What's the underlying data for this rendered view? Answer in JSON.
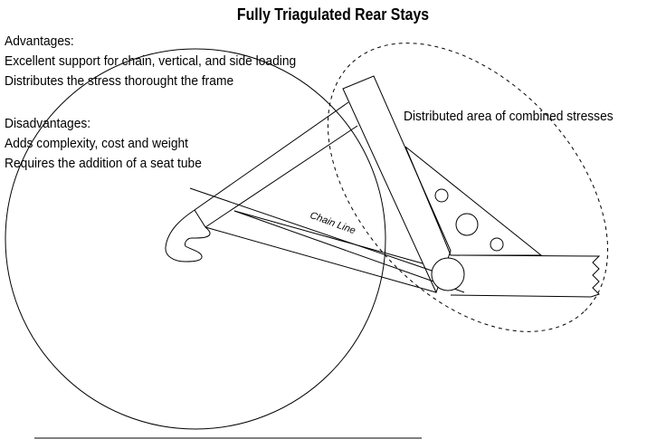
{
  "title": "Fully Triagulated Rear Stays",
  "advantages": {
    "heading": "Advantages:",
    "items": [
      "Excellent support for chain, vertical, and side loading",
      "Distributes the stress thorought the frame"
    ]
  },
  "disadvantages": {
    "heading": "Disadvantages:",
    "items": [
      "Adds complexity, cost and weight",
      "Requires the addition of a seat tube"
    ]
  },
  "labels": {
    "stress_area": "Distributed area of combined stresses",
    "chain_line": "Chain Line"
  },
  "colors": {
    "line": "#000000",
    "background": "#ffffff"
  }
}
